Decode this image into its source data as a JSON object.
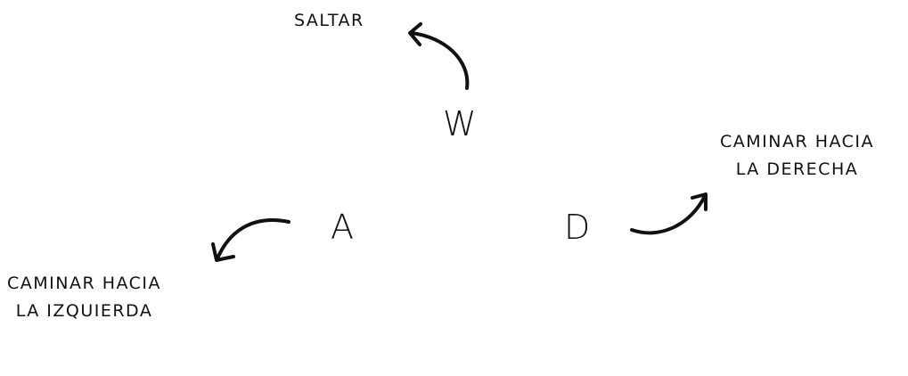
{
  "keys": {
    "w": "W",
    "a": "A",
    "d": "D"
  },
  "labels": {
    "jump": [
      "SALTAR"
    ],
    "walk_left": [
      "CAMINAR HACIA",
      "LA IZQUIERDA"
    ],
    "walk_right": [
      "CAMINAR HACIA",
      "LA DERECHA"
    ]
  },
  "colors": {
    "ink": "#111111",
    "background": "#ffffff"
  }
}
